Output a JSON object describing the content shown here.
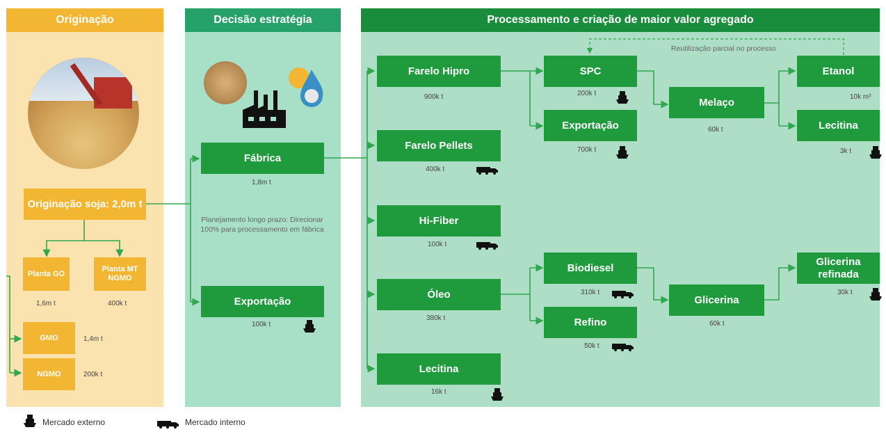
{
  "colors": {
    "orange_panel": "#fbe3b0",
    "orange_header": "#f2b632",
    "teal_panel": "#a7e0c7",
    "teal_header": "#27a16a",
    "green_panel": "#aedfc6",
    "green_header": "#1a8d3c",
    "box": "#1f9a3c",
    "arrow": "#2fa84f"
  },
  "headers": {
    "originacao": "Originação",
    "decisao": "Decisão estratégia",
    "processamento": "Processamento e criação de maior valor agregado"
  },
  "origin": {
    "main": "Originação soja: 2,0m t",
    "plant_go": "Planta GO",
    "plant_go_val": "1,6m t",
    "plant_mt": "Planta MT NGMO",
    "plant_mt_val": "400k t",
    "gmo": "GMO",
    "gmo_val": "1,4m t",
    "ngmo": "NGMO",
    "ngmo_val": "200k t"
  },
  "decision": {
    "fabrica": "Fábrica",
    "fabrica_val": "1,8m t",
    "note": "Planejamento longo prazo: Direcionar 100% para processamento em fábrica",
    "exportacao": "Exportação",
    "exportacao_val": "100k t"
  },
  "process": {
    "farelo_hipro": "Farelo Hipro",
    "farelo_hipro_val": "900k t",
    "farelo_pellets": "Farelo Pellets",
    "farelo_pellets_val": "400k t",
    "hi_fiber": "Hi-Fiber",
    "hi_fiber_val": "100k t",
    "oleo": "Óleo",
    "oleo_val": "380k t",
    "lecitina": "Lecitina",
    "lecitina_val": "16k t",
    "spc": "SPC",
    "spc_val": "200k t",
    "exportacao": "Exportação",
    "exportacao_val": "700k t",
    "melaco": "Melaço",
    "melaco_val": "60k t",
    "etanol": "Etanol",
    "etanol_val": "10k m³",
    "lecitina2": "Lecitina",
    "lecitina2_val": "3k t",
    "biodiesel": "Biodiesel",
    "biodiesel_val": "310k t",
    "refino": "Refino",
    "refino_val": "50k t",
    "glicerina": "Glicerina",
    "glicerina_val": "60k t",
    "glicerina_ref": "Glicerina refinada",
    "glicerina_ref_val": "30k t",
    "reuse_note": "Reutilização parcial no processo"
  },
  "legend": {
    "externo": "Mercado externo",
    "interno": "Mercado interno"
  }
}
